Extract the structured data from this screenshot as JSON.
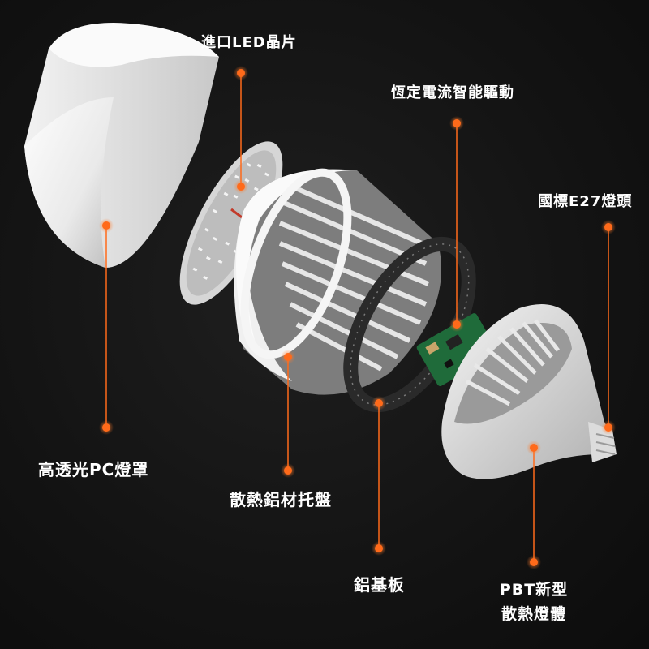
{
  "labels": {
    "led_chip": "進口LED晶片",
    "driver": "恆定電流智能驅動",
    "base": "國標E27燈頭",
    "cover": "高透光PC燈罩",
    "heatsink_tray": "散熱鋁材托盤",
    "aluminum_board": "鋁基板",
    "body_line1": "PBT新型",
    "body_line2": "散熱燈體"
  },
  "colors": {
    "background": "#141414",
    "text": "#ffffff",
    "marker": "#ff6a1a",
    "leader_line": "#ff6a1a"
  }
}
